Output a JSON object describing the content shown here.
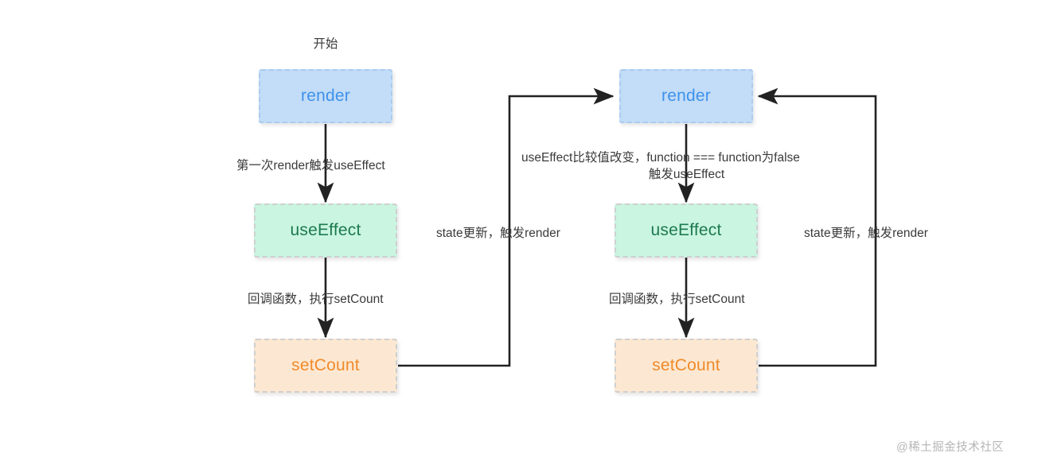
{
  "diagram": {
    "title_note": "开始",
    "watermark": "@稀土掘金技术社区",
    "colors": {
      "render_fill": "#c3dcf7",
      "render_text": "#3d92ec",
      "effect_fill": "#c9f5e1",
      "effect_text": "#1e7a4e",
      "setcount_fill": "#fce8d2",
      "setcount_text": "#f08a2a",
      "edge": "#222222",
      "label_text": "#3a3a3a",
      "background": "#ffffff"
    },
    "nodes": {
      "render_left": "render",
      "effect_left": "useEffect",
      "setcount_left": "setCount",
      "render_right": "render",
      "effect_right": "useEffect",
      "setcount_right": "setCount"
    },
    "edge_labels": {
      "left_render_to_effect": "第一次render触发useEffect",
      "left_effect_to_setcount": "回调函数，执行setCount",
      "left_setcount_to_render_right": "state更新，触发render",
      "right_render_to_effect_line1": "useEffect比较值改变，function === function为false",
      "right_render_to_effect_line2": "触发useEffect",
      "right_effect_to_setcount": "回调函数，执行setCount",
      "right_setcount_to_render": "state更新，触发render"
    }
  }
}
